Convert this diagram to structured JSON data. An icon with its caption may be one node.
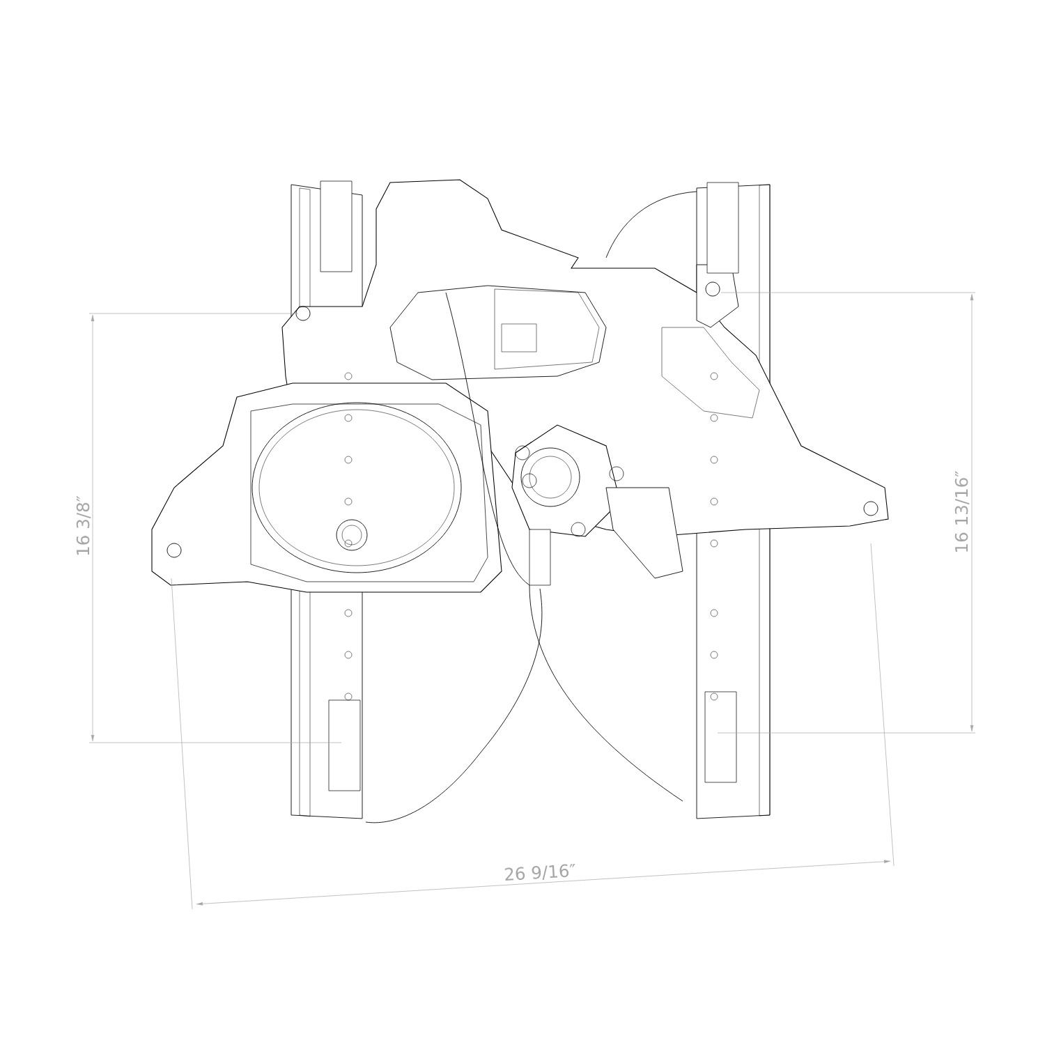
{
  "diagram": {
    "labels": [
      "16 3/8″",
      "16 13/16″",
      "26 9/16″"
    ]
  }
}
